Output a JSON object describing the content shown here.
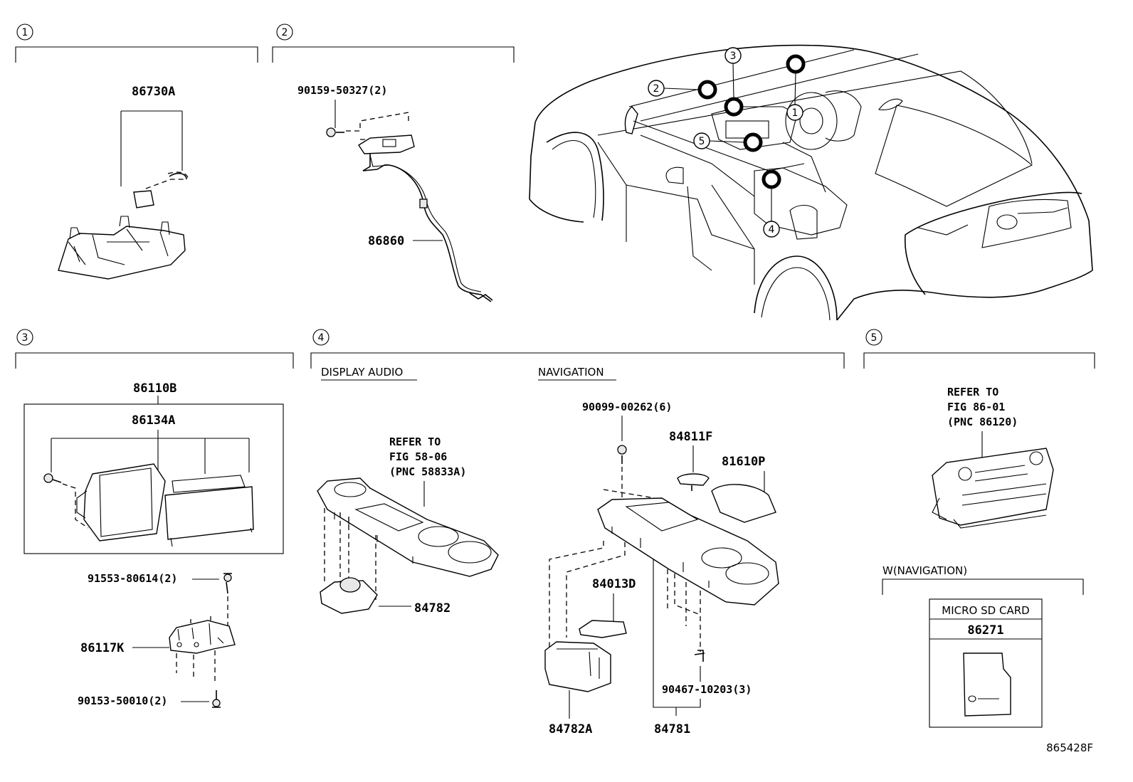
{
  "sections": [
    {
      "num": "1",
      "parts": [
        "86730A"
      ]
    },
    {
      "num": "2",
      "parts": [
        "90159-50327(2)",
        "86860"
      ]
    },
    {
      "num": "3",
      "parts": [
        "86110B",
        "86134A",
        "91553-80614(2)",
        "86117K",
        "90153-50010(2)"
      ]
    },
    {
      "num": "4",
      "parts": [
        "90099-00262(6)",
        "84811F",
        "81610P",
        "84013D",
        "84782",
        "84782A",
        "90467-10203(3)",
        "84781"
      ]
    },
    {
      "num": "5",
      "parts": []
    }
  ],
  "labels": {
    "display_audio": "DISPLAY AUDIO",
    "navigation": "NAVIGATION",
    "refer_58": [
      "REFER TO",
      "FIG 58-06",
      "(PNC 58833A)"
    ],
    "refer_86": [
      "REFER TO",
      "FIG 86-01",
      "(PNC 86120)"
    ],
    "w_navigation": "W(NAVIGATION)",
    "micro_sd_card": "MICRO SD CARD",
    "micro_sd_part": "86271",
    "figure_id": "865428F"
  },
  "car_callouts": [
    "1",
    "2",
    "3",
    "4",
    "5"
  ]
}
